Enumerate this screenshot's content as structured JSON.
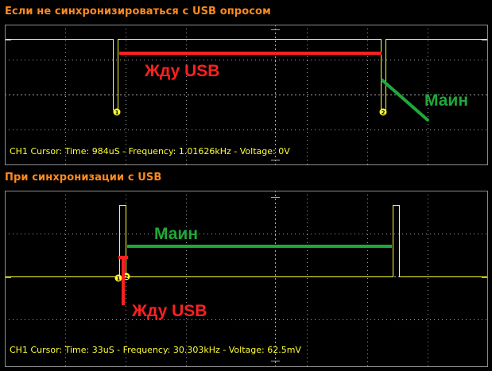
{
  "colors": {
    "background": "#000000",
    "title": "#ff8a1e",
    "trace": "#ffff33",
    "grid": "#a6a6a6",
    "cursor_text": "#ffff33",
    "annotation_red": "#ff2020",
    "annotation_green": "#1fa83a"
  },
  "panels": [
    {
      "title": "Если не синхронизироваться с USB опросом",
      "cursor_readout": "CH1 Cursor: Time: 984uS - Frequency: 1.01626kHz - Voltage: 0V",
      "cursor_markers": [
        "1",
        "2"
      ],
      "annotations": [
        {
          "text": "Жду USB",
          "color": "red"
        },
        {
          "text": "Маин",
          "color": "green"
        }
      ]
    },
    {
      "title": "При синхронизации с USB",
      "cursor_readout": "CH1 Cursor: Time: 33uS - Frequency: 30.303kHz - Voltage: 62.5mV",
      "cursor_markers": [
        "1",
        "2"
      ],
      "annotations": [
        {
          "text": "Маин",
          "color": "green"
        },
        {
          "text": "Жду USB",
          "color": "red"
        }
      ]
    }
  ]
}
